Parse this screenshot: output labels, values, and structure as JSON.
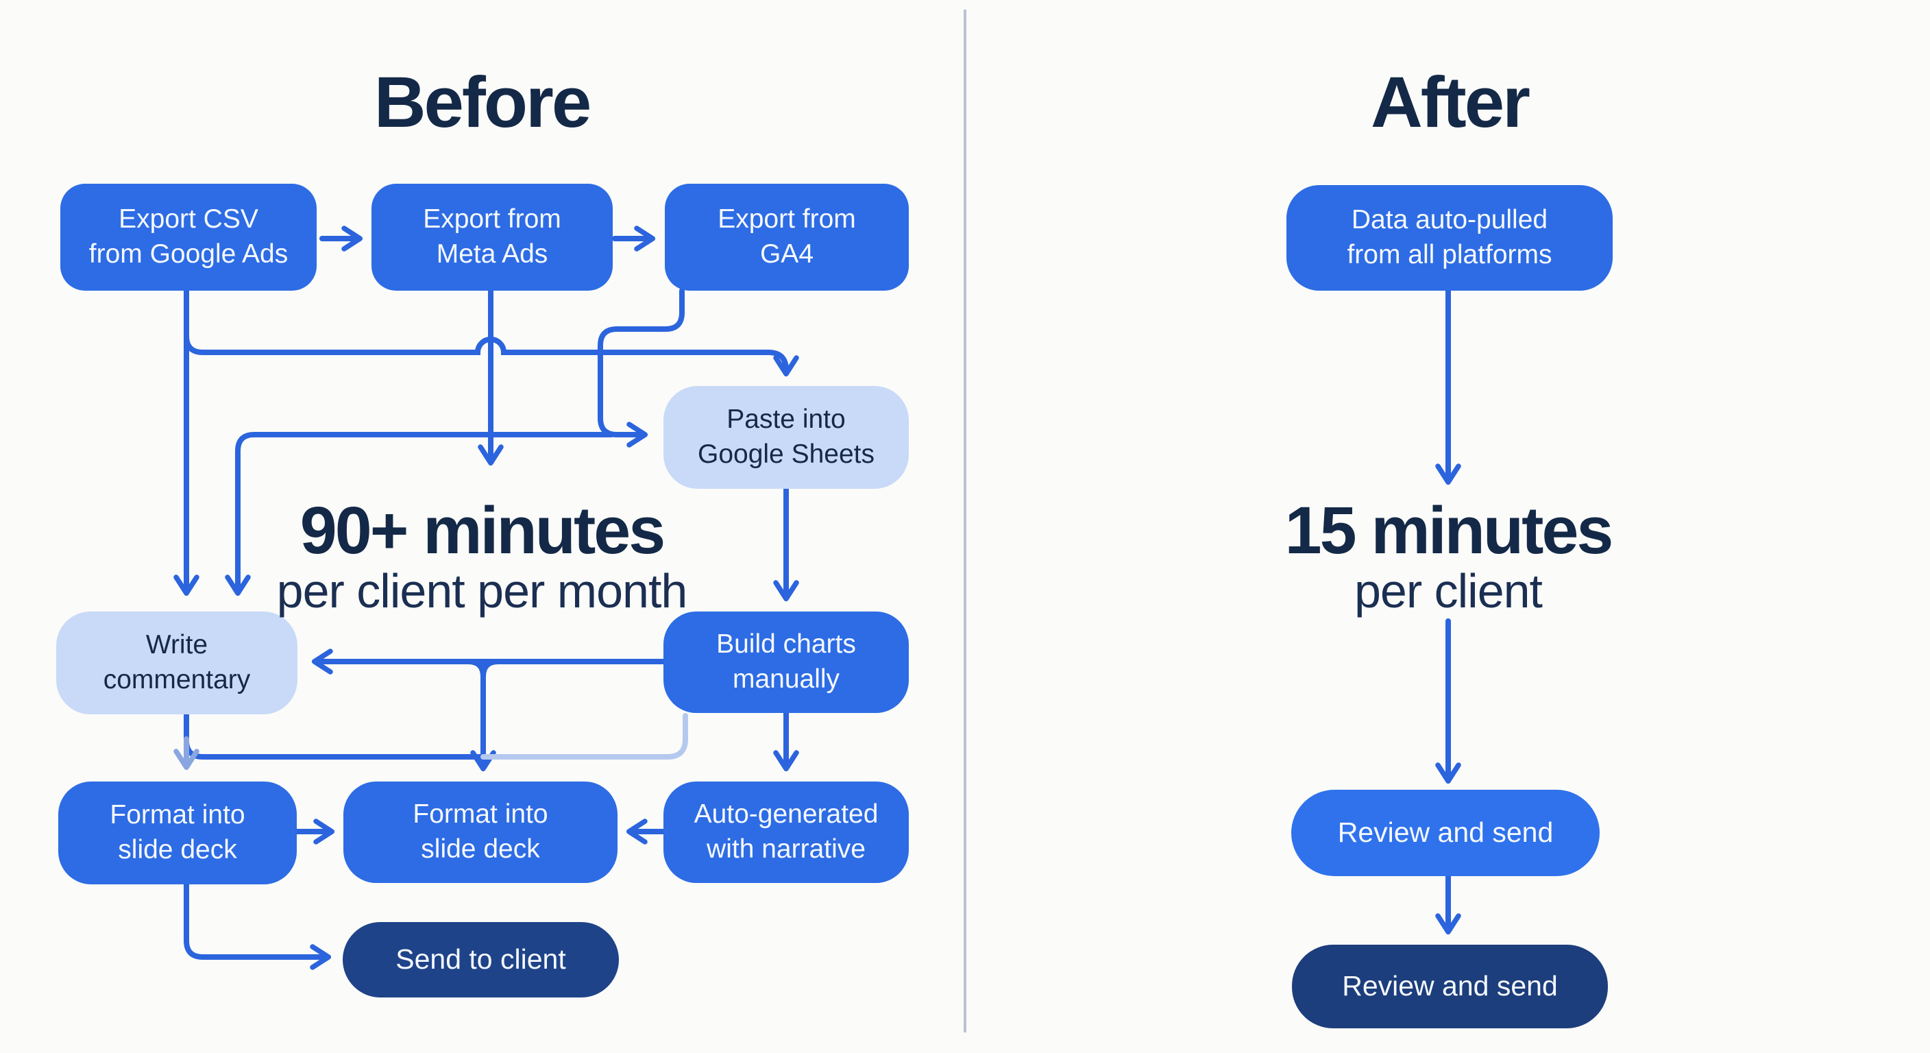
{
  "palette": {
    "bg": "#fbfbf9",
    "blue": "#2d6ce4",
    "blue-bright": "#2f72ec",
    "light": "#c9daf8",
    "navy": "#1e4389",
    "navy-dark": "#1d3e7c",
    "ink": "#142947",
    "arrow": "#2b64dd",
    "arrow-mid": "#8aa6e0",
    "arrow-light": "#b5c9ef",
    "divider": "#b9c3d2",
    "boxtext": "#f6f9fe"
  },
  "before": {
    "title": "Before",
    "stat": {
      "headline": "90+ minutes",
      "subline": "per client per month"
    },
    "nodes": {
      "export_google": [
        "Export CSV",
        "from Google Ads"
      ],
      "export_meta": [
        "Export from",
        "Meta Ads"
      ],
      "export_ga4": [
        "Export from",
        "GA4"
      ],
      "paste_sheets": [
        "Paste into",
        "Google Sheets"
      ],
      "write_commentary": [
        "Write",
        "commentary"
      ],
      "build_charts": [
        "Build charts",
        "manually"
      ],
      "format_deck_left": [
        "Format into",
        "slide deck"
      ],
      "format_deck_mid": [
        "Format into",
        "slide deck"
      ],
      "auto_generated": [
        "Auto-generated",
        "with narrative"
      ],
      "send_client": [
        "Send to client"
      ]
    }
  },
  "after": {
    "title": "After",
    "stat": {
      "headline": "15 minutes",
      "subline": "per client"
    },
    "nodes": {
      "data_pulled": [
        "Data auto-pulled",
        "from all platforms"
      ],
      "review_send_1": [
        "Review and send"
      ],
      "review_send_2": [
        "Review and send"
      ]
    }
  }
}
